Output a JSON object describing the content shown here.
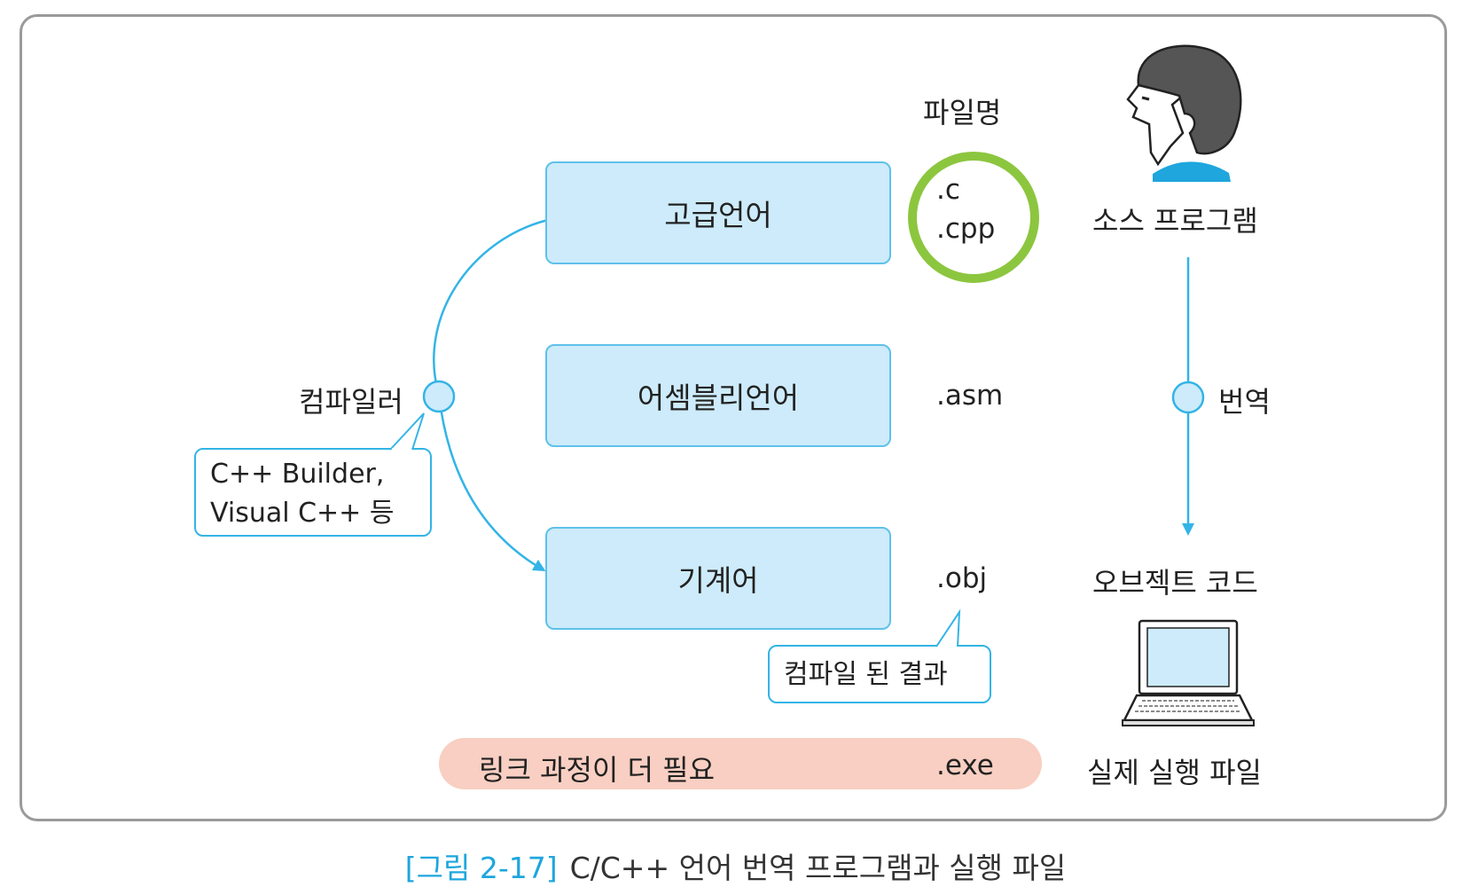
{
  "labels": {
    "filename_header": "파일명",
    "compiler": "컴파일러",
    "translation": "번역",
    "source_program": "소스 프로그램",
    "object_code": "오브젝트 코드",
    "executable_file": "실제 실행 파일"
  },
  "boxes": {
    "high_level": "고급언어",
    "assembly": "어셈블리언어",
    "machine": "기계어"
  },
  "extensions": {
    "c": ".c",
    "cpp": ".cpp",
    "asm": ".asm",
    "obj": ".obj",
    "exe": ".exe"
  },
  "callouts": {
    "compiler_examples_line1": "C++ Builder,",
    "compiler_examples_line2": "Visual C++ 등",
    "compiled_result": "컴파일 된 결과"
  },
  "link_note": "링크 과정이 더 필요",
  "caption": {
    "number": "[그림 2-17]",
    "title": "C/C++ 언어 번역 프로그램과 실행 파일"
  },
  "colors": {
    "box_fill": "#cdebfa",
    "box_border": "#5fc1ea",
    "arrow_blue": "#33b4e6",
    "highlight_circle": "#8cc63f",
    "link_pill": "#f8cfc2",
    "frame_border": "#9a9a9a"
  },
  "icons": [
    "person-icon",
    "laptop-icon",
    "hollow-arrow-icon"
  ]
}
